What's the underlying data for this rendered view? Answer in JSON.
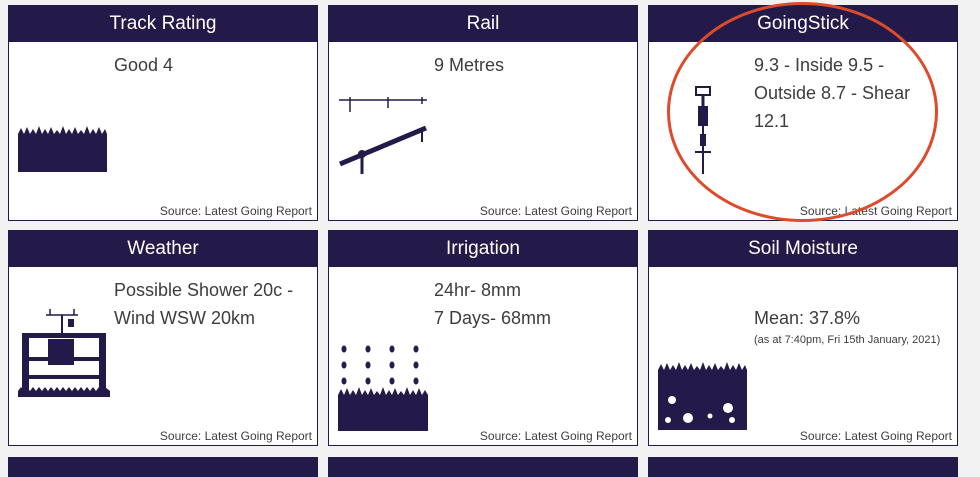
{
  "colors": {
    "navy": "#241a4a",
    "annotation": "#dc4b2b",
    "text": "#3d3d3d"
  },
  "cards": [
    {
      "title": "Track Rating",
      "value": "Good 4",
      "source": "Source: Latest Going Report",
      "icon": "grass-icon"
    },
    {
      "title": "Rail",
      "value": "9 Metres",
      "source": "Source: Latest Going Report",
      "icon": "rail-icon"
    },
    {
      "title": "GoingStick",
      "value": "9.3 - Inside 9.5 - Outside 8.7 - Shear 12.1",
      "source": "Source: Latest Going Report",
      "icon": "goingstick-icon"
    },
    {
      "title": "Weather",
      "value": "Possible Shower 20c - Wind WSW 20km",
      "source": "Source: Latest Going Report",
      "icon": "weather-station-icon"
    },
    {
      "title": "Irrigation",
      "value_line1": "24hr- 8mm",
      "value_line2": "7 Days- 68mm",
      "source": "Source: Latest Going Report",
      "icon": "irrigation-icon"
    },
    {
      "title": "Soil Moisture",
      "value": "Mean: 37.8%",
      "note": "(as at 7:40pm, Fri 15th January, 2021)",
      "source": "Source: Latest Going Report",
      "icon": "soil-moisture-icon"
    }
  ]
}
